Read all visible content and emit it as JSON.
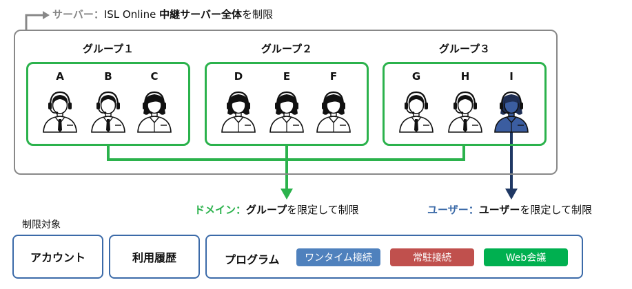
{
  "server": {
    "label": "サーバー：",
    "text_a": "ISL Online ",
    "text_bold": "中継サーバー全体",
    "text_b": "を制限"
  },
  "groups": [
    {
      "title": "グループ１",
      "users": [
        "A",
        "B",
        "C"
      ]
    },
    {
      "title": "グループ２",
      "users": [
        "D",
        "E",
        "F"
      ]
    },
    {
      "title": "グループ３",
      "users": [
        "G",
        "H",
        "I"
      ]
    }
  ],
  "domain_caption": {
    "label": "ドメイン：",
    "bold": "グループ",
    "rest": "を限定して制限"
  },
  "user_caption": {
    "label": "ユーザー：",
    "bold": "ユーザー",
    "rest": "を限定して制限"
  },
  "targets": {
    "label": "制限対象",
    "account": "アカウント",
    "history": "利用履歴",
    "program": "プログラム",
    "programs": [
      {
        "label": "ワンタイム接続",
        "color": "#4f81bd"
      },
      {
        "label": "常駐接続",
        "color": "#c0504d"
      },
      {
        "label": "Web会議",
        "color": "#00b050"
      }
    ]
  },
  "colors": {
    "green": "#2bb24c",
    "blue": "#3b6aa8",
    "navy": "#1f3864",
    "gray": "#888888"
  }
}
